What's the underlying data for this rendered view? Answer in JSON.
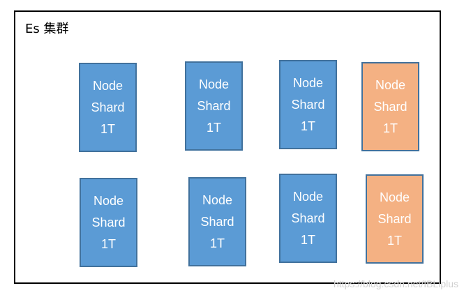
{
  "cluster": {
    "title": "Es 集群"
  },
  "colors": {
    "node_fill": "#5b9bd5",
    "node_border": "#41719c",
    "highlight_fill": "#f4b183",
    "text": "#ffffff"
  },
  "nodes": [
    {
      "line1": "Node",
      "line2": "Shard",
      "line3": "1T",
      "highlight": false
    },
    {
      "line1": "Node",
      "line2": "Shard",
      "line3": "1T",
      "highlight": false
    },
    {
      "line1": "Node",
      "line2": "Shard",
      "line3": "1T",
      "highlight": false
    },
    {
      "line1": "Node",
      "line2": "Shard",
      "line3": "1T",
      "highlight": true
    },
    {
      "line1": "Node",
      "line2": "Shard",
      "line3": "1T",
      "highlight": false
    },
    {
      "line1": "Node",
      "line2": "Shard",
      "line3": "1T",
      "highlight": false
    },
    {
      "line1": "Node",
      "line2": "Shard",
      "line3": "1T",
      "highlight": false
    },
    {
      "line1": "Node",
      "line2": "Shard",
      "line3": "1T",
      "highlight": true
    }
  ],
  "watermark": "https://blog.csdn.net/IBLiplus"
}
